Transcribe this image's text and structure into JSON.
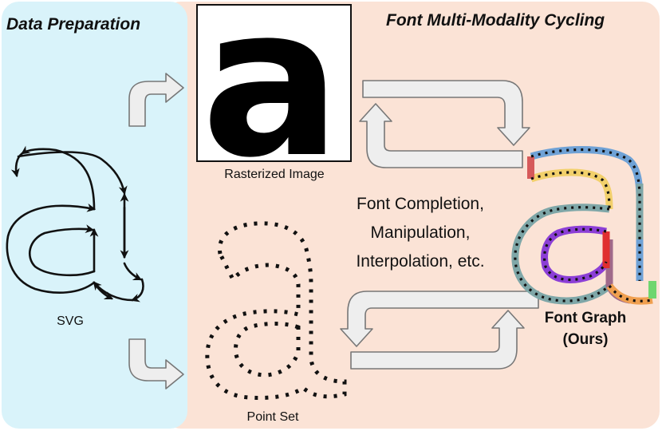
{
  "panels": {
    "left_title": "Data Preparation",
    "right_title": "Font Multi-Modality Cycling"
  },
  "raster": {
    "caption": "Rasterized Image",
    "glyph": "a"
  },
  "svg": {
    "caption": "SVG"
  },
  "pointset": {
    "caption": "Point Set"
  },
  "tasks": {
    "line1": "Font Completion,",
    "line2": "Manipulation,",
    "line3": "Interpolation, etc."
  },
  "graph": {
    "line1": "Font Graph",
    "line2": "(Ours)"
  },
  "colors": {
    "left_panel": "#d9f3fa",
    "right_panel": "#fbe3d6",
    "arrow_fill": "#eeeeee",
    "graph_segments": [
      "#7fa7a8",
      "#6fa2d6",
      "#f2d06b",
      "#d65a5a",
      "#a06a8a",
      "#f0a050",
      "#8c3fd6",
      "#e03030",
      "#6fd66f"
    ]
  }
}
